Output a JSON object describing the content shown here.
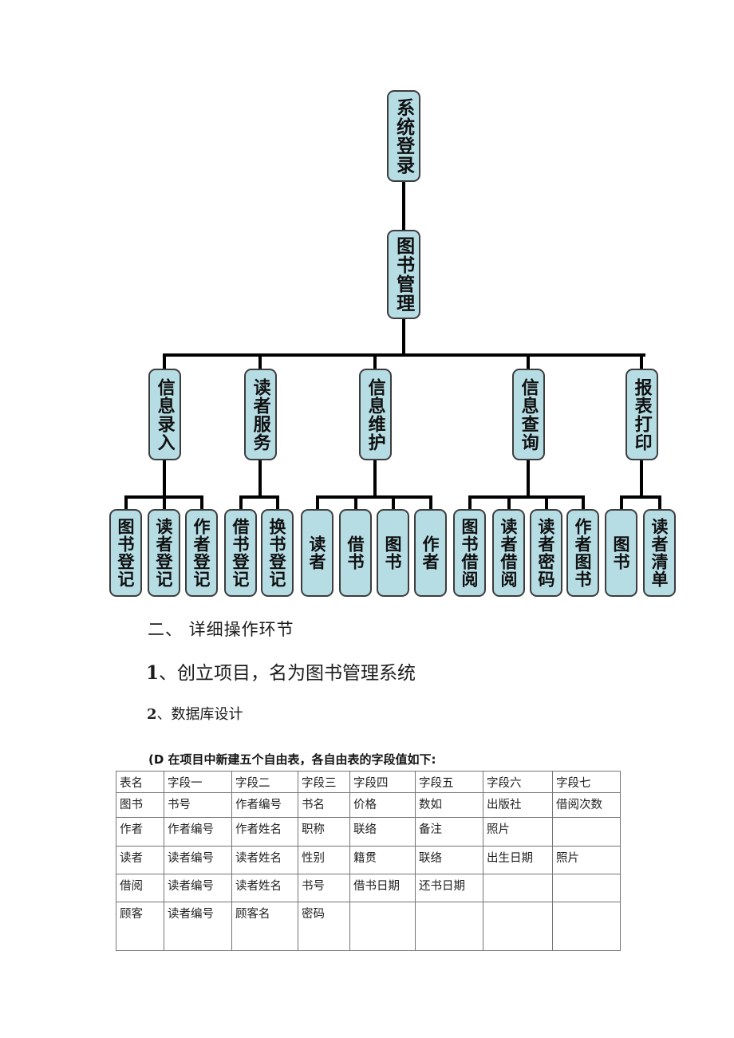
{
  "diagram": {
    "root": {
      "label": "系统登录"
    },
    "manager": {
      "label": "图书管理"
    },
    "branches": [
      {
        "label": "信息录入",
        "children": [
          "图书登记",
          "读者登记",
          "作者登记"
        ]
      },
      {
        "label": "读者服务",
        "children": [
          "借书登记",
          "换书登记"
        ]
      },
      {
        "label": "信息维护",
        "children": [
          "读者",
          "借书",
          "图书",
          "作者"
        ]
      },
      {
        "label": "信息查询",
        "children": [
          "图书借阅",
          "读者借阅",
          "读者密码",
          "作者图书"
        ]
      },
      {
        "label": "报表打印",
        "children": [
          "图书",
          "读者清单"
        ]
      }
    ],
    "box_fill": "#b6dce4",
    "box_border": "#3d3d3d",
    "line_color": "#000000"
  },
  "sections": {
    "heading": "二、 详细操作环节",
    "item1_num": "1",
    "item1_text": "、创立项目，名为图书管理系统",
    "item2_num": "2",
    "item2_text": "、数据库设计",
    "note": "(D 在项目中新建五个自由表，各自由表的字段值如下:"
  },
  "table": {
    "headers": [
      "表名",
      "字段一",
      "字段二",
      "字段三",
      "字段四",
      "字段五",
      "字段六",
      "字段七"
    ],
    "rows": [
      [
        "图书",
        "书号",
        "作者编号",
        "书名",
        "价格",
        "数如",
        "出版社",
        "借阅次数"
      ],
      [
        "作者",
        "作者编号",
        "作者姓名",
        "职称",
        "联络",
        "备注",
        "照片",
        ""
      ],
      [
        "读者",
        "读者编号",
        "读者姓名",
        "性别",
        "籍贯",
        "联络",
        "出生日期",
        "照片"
      ],
      [
        "借阅",
        "读者编号",
        "读者姓名",
        "书号",
        "借书日期",
        "还书日期",
        "",
        ""
      ],
      [
        "顾客",
        "读者编号",
        "顾客名",
        "密码",
        "",
        "",
        "",
        ""
      ]
    ]
  }
}
